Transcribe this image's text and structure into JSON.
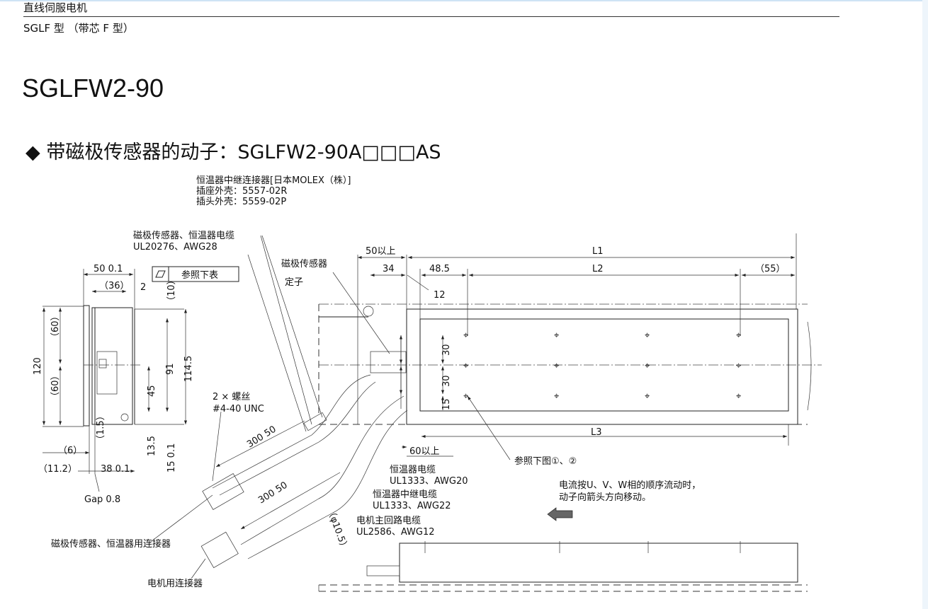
{
  "header": {
    "category": "直线伺服电机",
    "series": "SGLF 型 （带芯 F 型）"
  },
  "model_title": "SGLFW2-90",
  "section_title": "◆ 带磁极传感器的动子：SGLFW2-90A□□□AS",
  "callouts": {
    "relay_connector": [
      "恒温器中继连接器[日本MOLEX（株）]",
      "插座外壳：5557-02R",
      "插头外壳：5559-02P"
    ],
    "sensor_cable": [
      "磁极传感器、恒温器电缆",
      "UL20276、AWG28"
    ],
    "pole_sensor": "磁极传感器",
    "stator": "定子",
    "screws": [
      "2 × 螺丝",
      "#4-40 UNC"
    ],
    "thermo_cable": [
      "恒温器电缆",
      "UL1333、AWG20"
    ],
    "thermo_relay_cable": [
      "恒温器中继电缆",
      "UL1333、AWG22"
    ],
    "main_cable": [
      "电机主回路电缆",
      "UL2586、AWG12"
    ],
    "sensor_connector": "磁极传感器、恒温器用连接器",
    "motor_connector": "电机用连接器",
    "see_figure": "参照下图①、②",
    "gap": "Gap 0.8",
    "flatness_ref": "参照下表",
    "direction_note": [
      "电流按U、V、W相的顺序流动时，",
      "动子向箭头方向移动。"
    ]
  },
  "dimensions": {
    "w50": "50  0.1",
    "w36": "（36）",
    "w2": "2",
    "h10": "（10）",
    "h120": "120",
    "h60a": "（60）",
    "h60b": "（60）",
    "h91": "91",
    "h1145": "114.5",
    "h45": "45",
    "h135": "13.5",
    "h15b": "15  0.1",
    "h15s": "（1.5）",
    "w6": "（6）",
    "w112": "（11.2）",
    "w38": "38  0.1",
    "min50": "50以上",
    "d34": "34",
    "d485": "48.5",
    "d12": "12",
    "L1": "L1",
    "L2": "L2",
    "L3": "L3",
    "d55": "（55）",
    "v30a": "30",
    "v30b": "30",
    "v15": "15",
    "min60": "60以上",
    "cable1": "300  50",
    "cable2": "300  50",
    "dia": "（φ10.5）"
  }
}
